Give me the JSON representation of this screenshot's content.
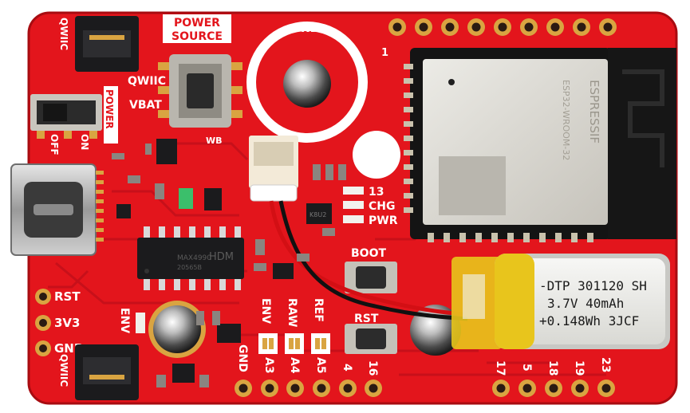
{
  "colors": {
    "board": "#e3151c",
    "board_dark": "#b80f14",
    "trace": "#c91018",
    "silk": "#ffffff",
    "pad_gold": "#d9a441",
    "chip_black": "#1b1b1d",
    "module_silver": "#d9d6cf",
    "battery_yellow": "#e8c51c",
    "battery_label": "#f1f1ee"
  },
  "silkscreen": {
    "gnd": "GND",
    "power_source_line1": "POWER",
    "power_source_line2": "SOURCE",
    "qwiic_top": "QWIIC",
    "qwiic_bottom": "QWIIC",
    "switch_qwiic": "QWIIC",
    "switch_vbat": "VBAT",
    "power": "POWER",
    "off": "OFF",
    "on": "ON",
    "pin1": "1",
    "led_13": "13",
    "led_chg": "CHG",
    "led_pwr": "PWR",
    "boot": "BOOT",
    "rst_button": "RST",
    "rst": "RST",
    "v3v3": "3V3",
    "gnd_left": "GND",
    "env": "ENV",
    "env_jumper": "ENV",
    "raw_jumper": "RAW",
    "ref_jumper": "REF",
    "wb": "WB"
  },
  "bottom_pin_labels": [
    "GND",
    "A3",
    "A4",
    "A5",
    "4",
    "16",
    "17",
    "5",
    "18",
    "19",
    "23"
  ],
  "chip_text": {
    "ic_line1": "HDM",
    "ic_line2": "MAX4990",
    "ic_line3": "20565B",
    "chip_small": "K8U2"
  },
  "module_text": {
    "brand": "ESPRESSIF",
    "model": "ESP32-WROOM-32"
  },
  "battery": {
    "line1": "-DTP 301120 SH",
    "line2": "3.7V 40mAh",
    "line3": "+0.148Wh 3JCF"
  }
}
